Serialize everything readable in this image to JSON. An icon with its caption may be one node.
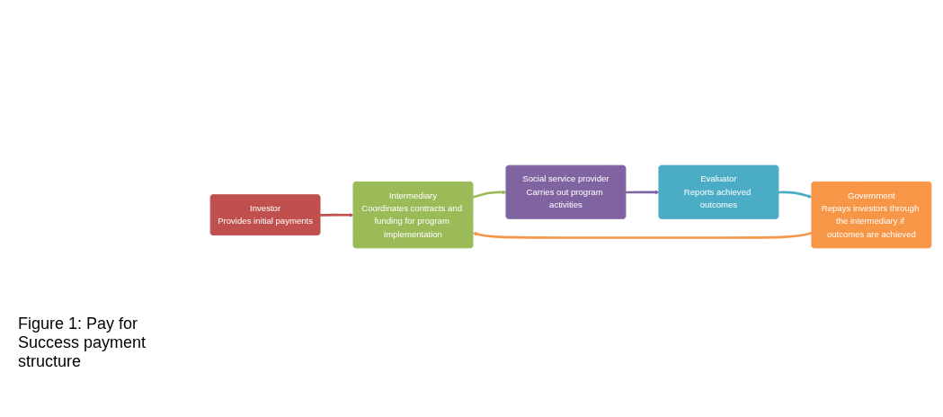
{
  "diagram": {
    "caption": "Figure 1: Pay for Success payment structure",
    "nodes": [
      {
        "text": [
          "Investor",
          "Provides initial payments"
        ]
      },
      {
        "text": [
          "Intermediary",
          "Coordinates contracts and funding for program implementation"
        ]
      },
      {
        "text": [
          "Social service provider",
          "Carries out program activities"
        ]
      },
      {
        "text": [
          "Evaluator",
          "Reports achieved outcomes"
        ]
      },
      {
        "text": [
          "Government",
          "Repays investors through the intermediary if outcomes are achieved"
        ]
      }
    ],
    "edges": [
      {
        "from": 0,
        "to": 1,
        "arrow": "to",
        "color": "#c0504d"
      },
      {
        "from": 1,
        "to": 2,
        "arrow": "to",
        "color": "#9bbb59"
      },
      {
        "from": 2,
        "to": 3,
        "arrow": "to",
        "color": "#8064a2"
      },
      {
        "from": 3,
        "to": 4,
        "arrow": "to",
        "color": "#4bacc6"
      },
      {
        "from": 4,
        "to": 1,
        "arrow": "to",
        "color": "#f79646"
      }
    ]
  }
}
